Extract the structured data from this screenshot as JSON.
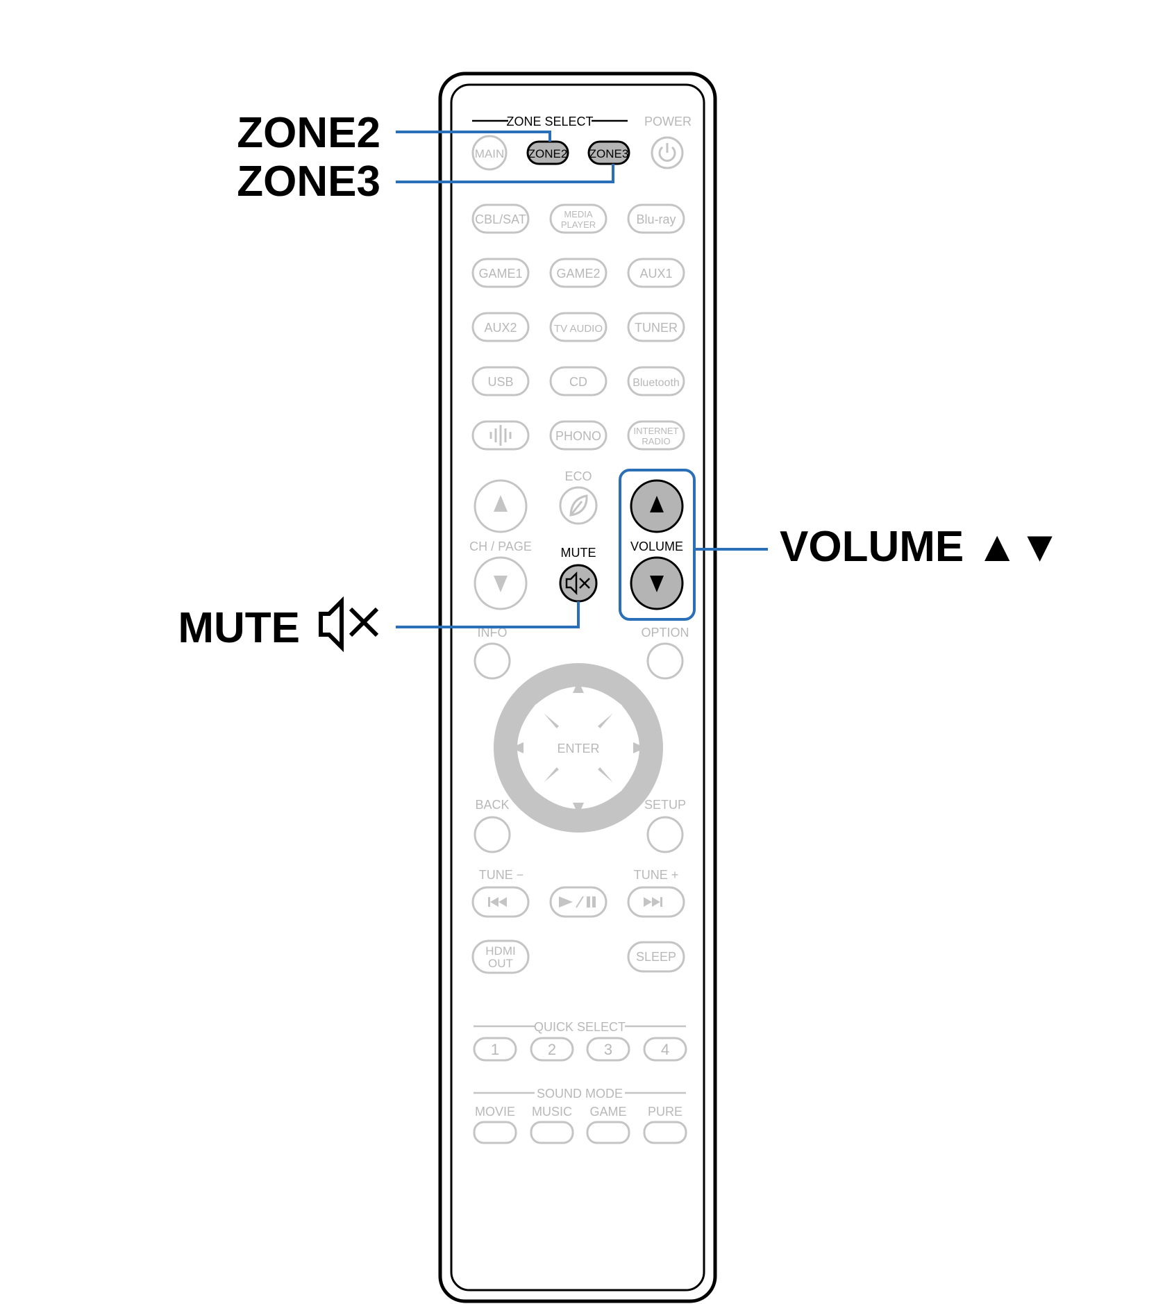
{
  "callouts": {
    "zone2": "ZONE2",
    "zone3": "ZONE3",
    "mute": "MUTE",
    "volume": "VOLUME ▲▼"
  },
  "remote": {
    "zone_select": "ZONE SELECT",
    "power": "POWER",
    "main": "MAIN",
    "zone2": "ZONE2",
    "zone3": "ZONE3",
    "sources": {
      "cbl_sat": "CBL/SAT",
      "media_player_1": "MEDIA",
      "media_player_2": "PLAYER",
      "bluray": "Blu-ray",
      "game1": "GAME1",
      "game2": "GAME2",
      "aux1": "AUX1",
      "aux2": "AUX2",
      "tv_audio": "TV AUDIO",
      "tuner": "TUNER",
      "usb": "USB",
      "cd": "CD",
      "bluetooth": "Bluetooth",
      "phono": "PHONO",
      "internet_radio_1": "INTERNET",
      "internet_radio_2": "RADIO"
    },
    "eco": "ECO",
    "ch_page": "CH / PAGE",
    "mute": "MUTE",
    "volume": "VOLUME",
    "info": "INFO",
    "option": "OPTION",
    "enter": "ENTER",
    "back": "BACK",
    "setup": "SETUP",
    "tune_minus": "TUNE −",
    "tune_plus": "TUNE +",
    "hdmi_out_1": "HDMI",
    "hdmi_out_2": "OUT",
    "sleep": "SLEEP",
    "quick_select": "QUICK SELECT",
    "quick": [
      "1",
      "2",
      "3",
      "4"
    ],
    "sound_mode": "SOUND MODE",
    "modes": [
      "MOVIE",
      "MUSIC",
      "GAME",
      "PURE"
    ]
  },
  "colors": {
    "highlight_line": "#2a6fb8",
    "button_gray": "#c4c4c4",
    "active_fill": "#b4b4b4"
  }
}
